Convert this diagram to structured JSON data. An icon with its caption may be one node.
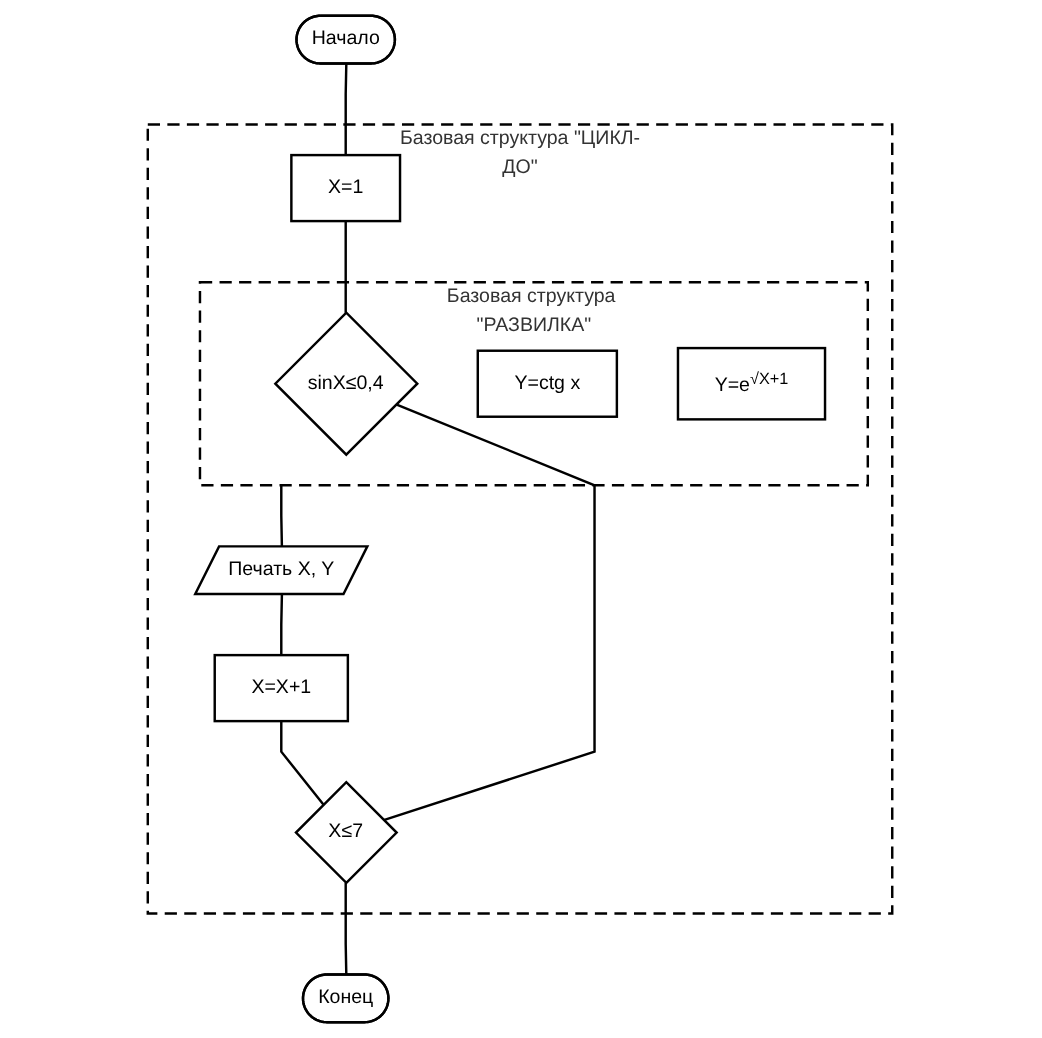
{
  "diagram": {
    "nodes": [
      {
        "text": [
          "Начало"
        ]
      },
      {
        "text": [
          "Базовая структура \"ЦИКЛ-ДО\""
        ]
      },
      {
        "text": [
          "X=1"
        ],
        "in": 1
      },
      {
        "text": [
          "Базовая структура \"РАЗВИЛКА\""
        ],
        "in": 1
      },
      {
        "text": [
          "sinX≤0,4"
        ],
        "in": 3
      },
      {
        "text": [
          "Y=ctg x"
        ],
        "in": 3
      },
      {
        "text": [
          "Y=e$^{√X+1}$"
        ],
        "in": 3
      },
      {
        "text": [
          "Печать X, Y"
        ],
        "in": 1
      },
      {
        "text": [
          "X=X+1"
        ],
        "in": 1
      },
      {
        "text": [
          "X≤7"
        ],
        "in": 1
      },
      {
        "text": [
          "Конец"
        ]
      }
    ],
    "edges": [
      {
        "from": 0,
        "to": 2,
        "arrow": "none"
      },
      {
        "from": 2,
        "to": 4,
        "arrow": "none"
      },
      {
        "from": 3,
        "to": 7,
        "arrow": "none"
      },
      {
        "from": 7,
        "to": 8,
        "arrow": "none"
      },
      {
        "from": 8,
        "to": 9,
        "arrow": "none"
      },
      {
        "from": 9,
        "to": 4,
        "arrow": "none"
      },
      {
        "from": 9,
        "to": 10,
        "arrow": "none"
      }
    ]
  }
}
